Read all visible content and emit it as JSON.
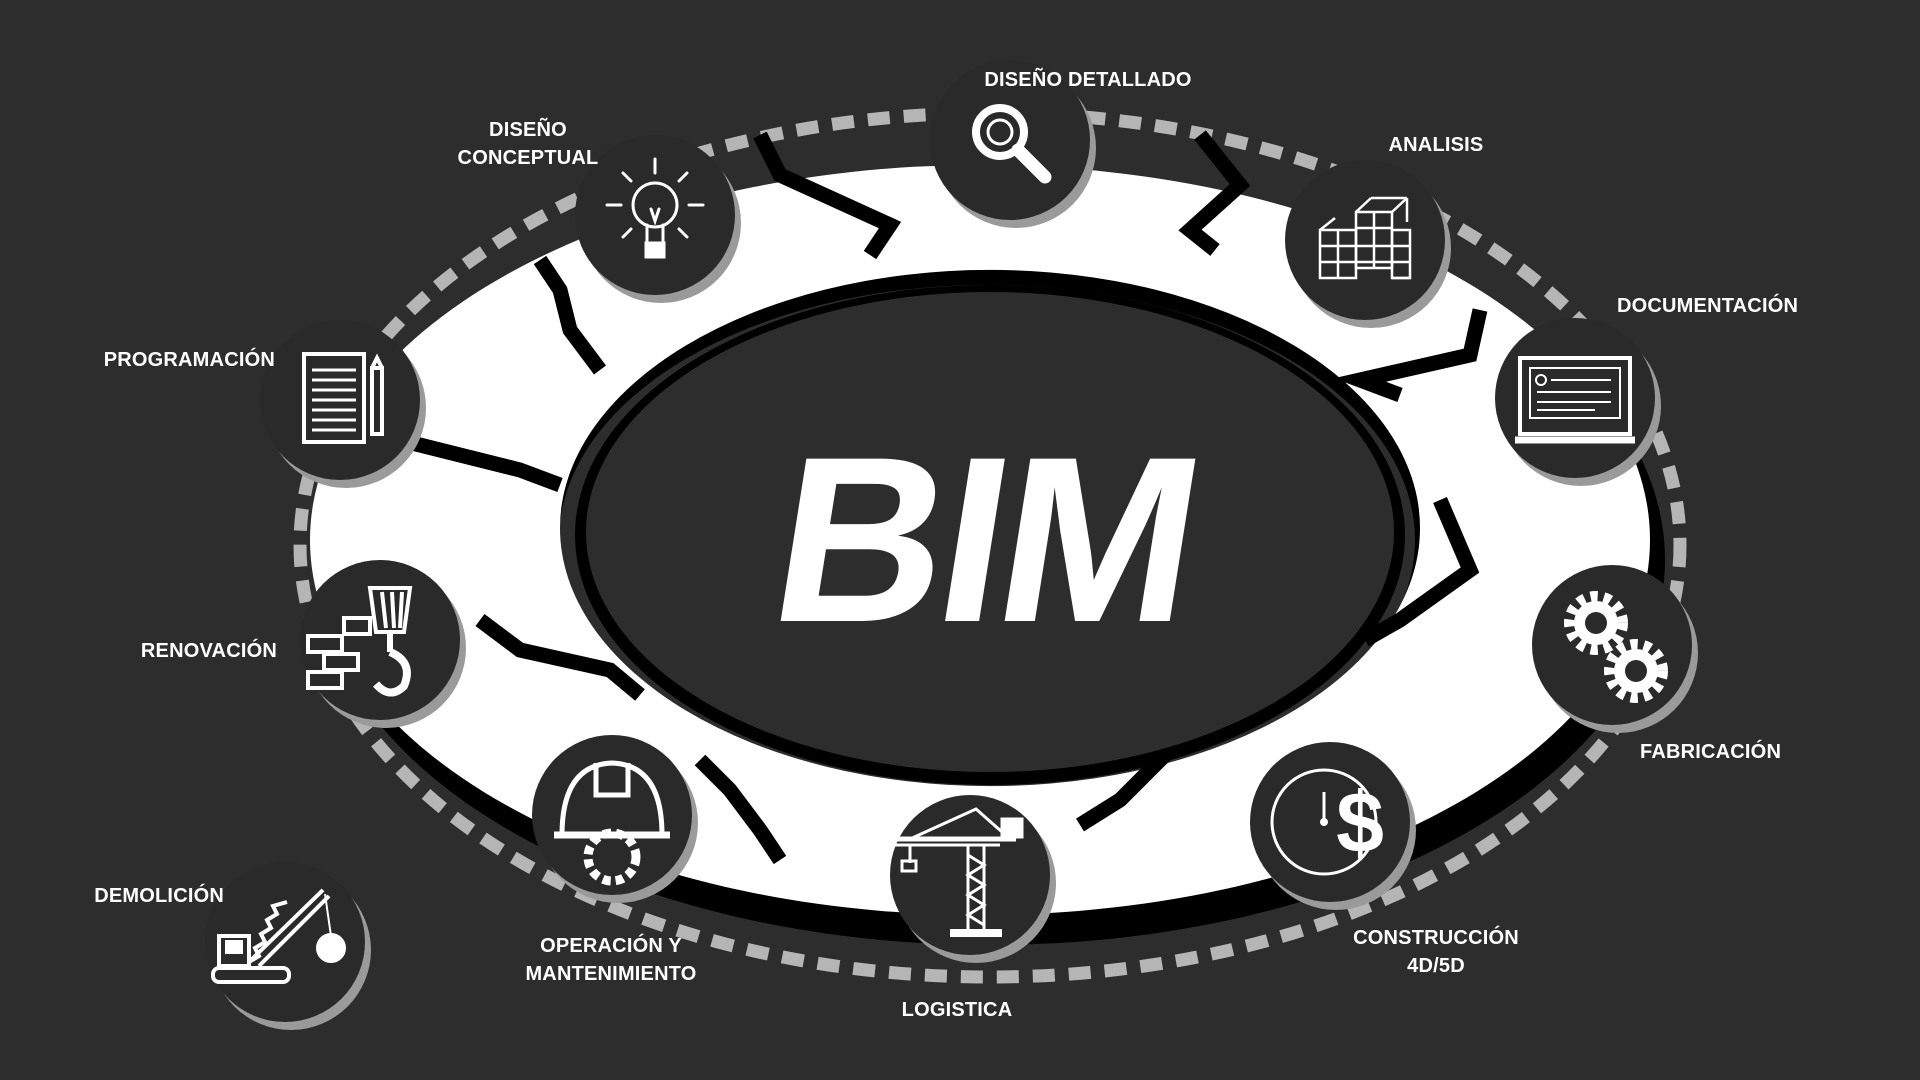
{
  "center_label": "BIM",
  "colors": {
    "background": "#2d2d2d",
    "ring": "#ffffff",
    "ring_shadow": "#000000",
    "node_fill": "#2a2a2a",
    "node_shadow": "#9a9a9a",
    "dashed_orbit": "#b5b5b5",
    "text": "#ffffff"
  },
  "stages": [
    {
      "id": "diseno-detallado",
      "lines": [
        "DISEÑO DETALLADO"
      ],
      "icon": "magnifier-icon"
    },
    {
      "id": "analisis",
      "lines": [
        "ANALISIS"
      ],
      "icon": "structure-grid-icon"
    },
    {
      "id": "documentacion",
      "lines": [
        "DOCUMENTACIÓN"
      ],
      "icon": "monitor-document-icon"
    },
    {
      "id": "fabricacion",
      "lines": [
        "FABRICACIÓN"
      ],
      "icon": "gears-icon"
    },
    {
      "id": "construccion",
      "lines": [
        "CONSTRUCCIÓN",
        "4D/5D"
      ],
      "icon": "clock-dollar-icon"
    },
    {
      "id": "logistica",
      "lines": [
        "LOGISTICA"
      ],
      "icon": "tower-crane-icon"
    },
    {
      "id": "operacion",
      "lines": [
        "OPERACIÓN Y",
        "MANTENIMIENTO"
      ],
      "icon": "hardhat-gear-icon"
    },
    {
      "id": "demolicion",
      "lines": [
        "DEMOLICIÓN"
      ],
      "icon": "wrecking-ball-icon"
    },
    {
      "id": "renovacion",
      "lines": [
        "RENOVACIÓN"
      ],
      "icon": "bricks-hook-icon"
    },
    {
      "id": "programacion",
      "lines": [
        "PROGRAMACIÓN"
      ],
      "icon": "document-pencil-icon"
    },
    {
      "id": "diseno-conceptual",
      "lines": [
        "DISEÑO",
        "CONCEPTUAL"
      ],
      "icon": "lightbulb-icon"
    }
  ]
}
